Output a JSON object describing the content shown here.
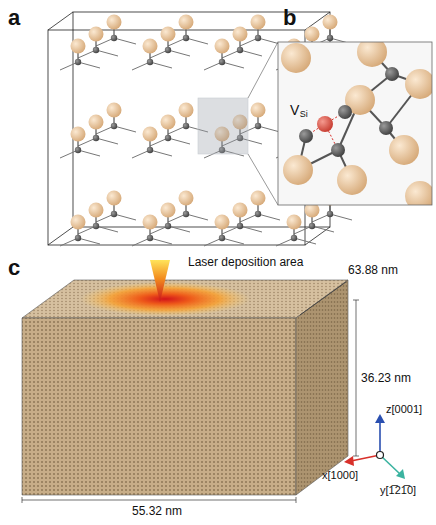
{
  "diagram": {
    "labels": [
      "a",
      "b",
      "V",
      "Si",
      "c",
      "Laser deposition area",
      "63.88 nm",
      "36.23 nm",
      "55.32 nm",
      "z[0001]",
      "x[1000]",
      "y[1̅21̅0]"
    ]
  }
}
